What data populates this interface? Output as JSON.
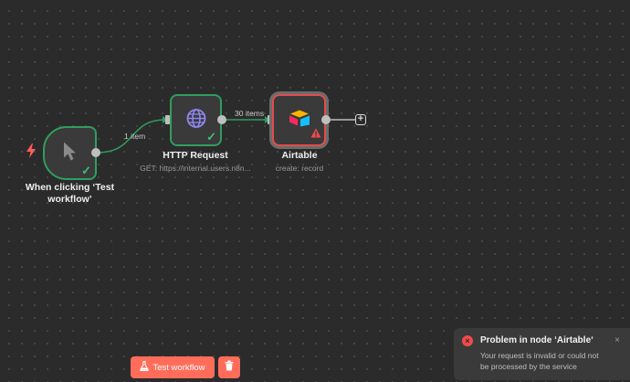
{
  "nodes": {
    "trigger": {
      "title_line1": "When clicking ‘Test",
      "title_line2": "workflow’",
      "icon": "pointer-icon",
      "status": "success"
    },
    "http": {
      "title": "HTTP Request",
      "subtitle": "GET: https://internal.users.n8n...",
      "icon": "globe-icon",
      "status": "success"
    },
    "airtable": {
      "title": "Airtable",
      "subtitle": "create: record",
      "icon": "airtable-icon",
      "status": "error"
    }
  },
  "edges": {
    "trigger_to_http": "1 item",
    "http_to_airtable": "30 items"
  },
  "toolbar": {
    "test_label": "Test workflow",
    "test_icon": "flask-icon",
    "delete_icon": "trash-icon"
  },
  "toast": {
    "title": "Problem in node ‘Airtable‘",
    "message": "Your request is invalid or could not be processed by the service",
    "close": "×"
  },
  "colors": {
    "success": "#2f9e5f",
    "error": "#e04d4d",
    "accent": "#ff6d5a",
    "background": "#2b2b2b"
  }
}
